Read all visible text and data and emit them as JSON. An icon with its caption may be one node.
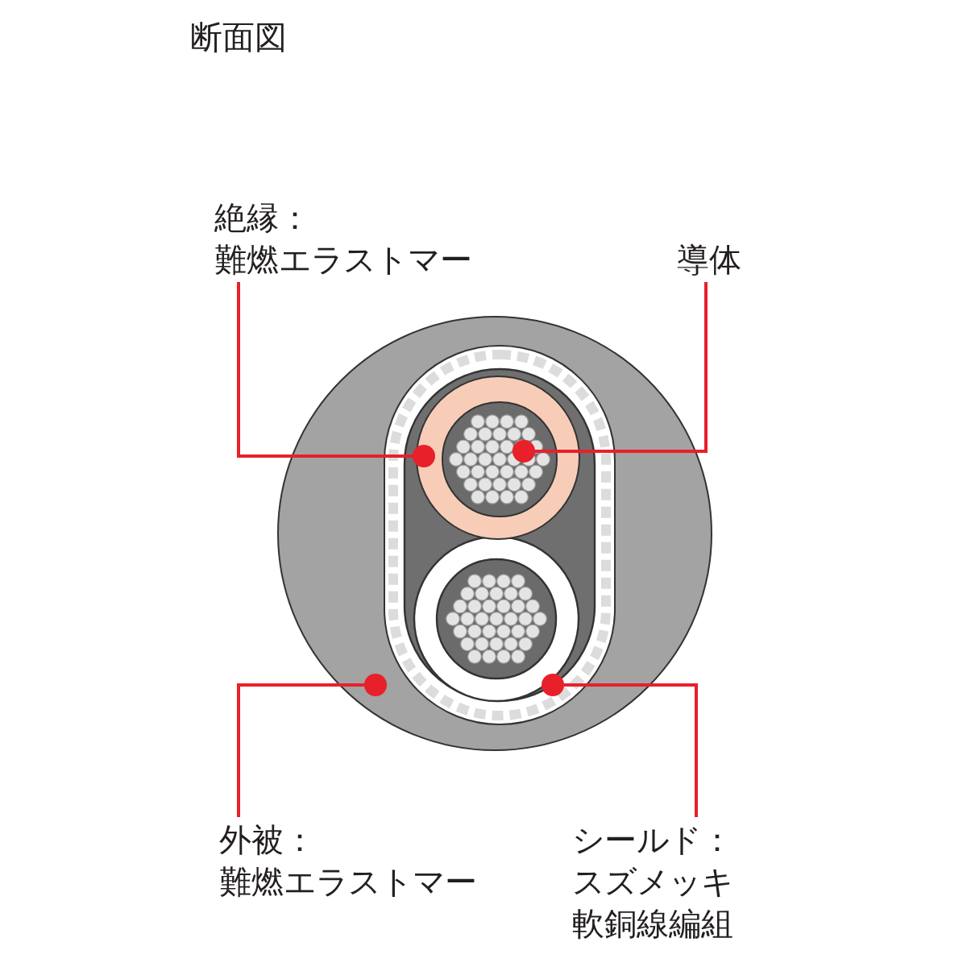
{
  "diagram": {
    "title": "断面図",
    "nodes": [
      {
        "text": [
          "絶縁：",
          "難燃エラストマー"
        ]
      },
      {
        "text": [
          "導体"
        ]
      },
      {
        "text": [],
        "shape": "circle"
      },
      {
        "text": [],
        "shape": "box",
        "in": 2
      },
      {
        "text": [],
        "shape": "circle",
        "in": 3
      },
      {
        "text": [],
        "shape": "circle",
        "in": 4
      },
      {
        "text": [
          "外被：",
          "難燃エラストマー"
        ]
      },
      {
        "text": [
          "シールド：",
          "スズメッキ軟銅線編組"
        ]
      }
    ],
    "edges": [
      {
        "from": 0,
        "to": 4,
        "arrow": "other"
      },
      {
        "from": 1,
        "to": 5,
        "arrow": "other"
      },
      {
        "from": 6,
        "to": 2,
        "arrow": "other"
      },
      {
        "from": 7,
        "to": 3,
        "arrow": "other"
      }
    ]
  }
}
